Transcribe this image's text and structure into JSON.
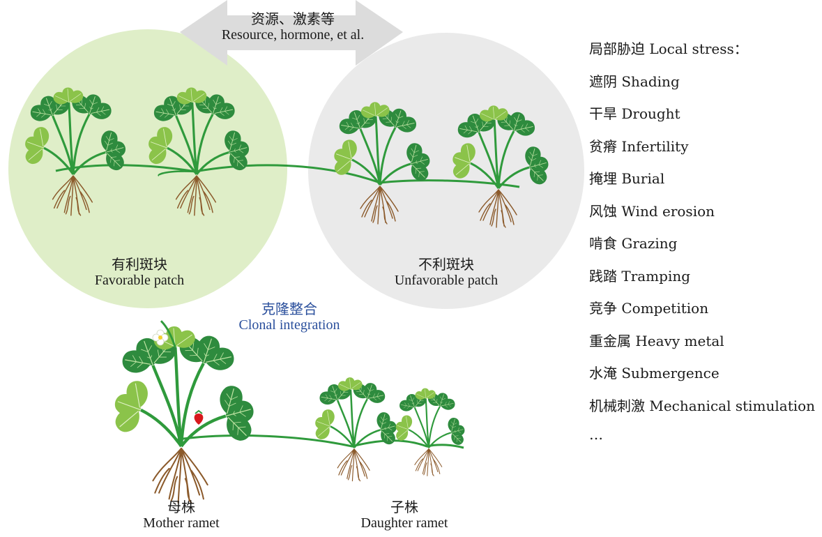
{
  "exchange_arrow": {
    "cn": "资源、激素等",
    "en": "Resource, hormone, et al."
  },
  "favorable_patch": {
    "cn": "有利斑块",
    "en": "Favorable patch"
  },
  "unfavorable_patch": {
    "cn": "不利斑块",
    "en": "Unfavorable patch"
  },
  "clonal_integration": {
    "cn": "克隆整合",
    "en": "Clonal integration"
  },
  "mother_ramet": {
    "cn": "母株",
    "en": "Mother ramet"
  },
  "daughter_ramet": {
    "cn": "子株",
    "en": "Daughter ramet"
  },
  "local_stress": {
    "heading": "局部胁迫 Local stress：",
    "items": [
      "遮阴 Shading",
      "干旱 Drought",
      "贫瘠 Infertility",
      "掩埋 Burial",
      "风蚀 Wind erosion",
      "啃食 Grazing",
      "践踏 Tramping",
      "竞争 Competition",
      "重金属 Heavy metal",
      "水淹 Submergence",
      "机械刺激 Mechanical stimulation"
    ],
    "ellipsis": "…"
  },
  "colors": {
    "favorable_bg": "#dfeec8",
    "unfavorable_bg": "#eaeaea",
    "arrow_fill": "#dcdcdc",
    "stolon_green": "#2f9a3c",
    "leaf_dark": "#2e8b3e",
    "leaf_light": "#8bc34a",
    "root_brown": "#8b5a2b",
    "berry_red": "#d7191c",
    "integration_blue": "#2a4f9c"
  }
}
